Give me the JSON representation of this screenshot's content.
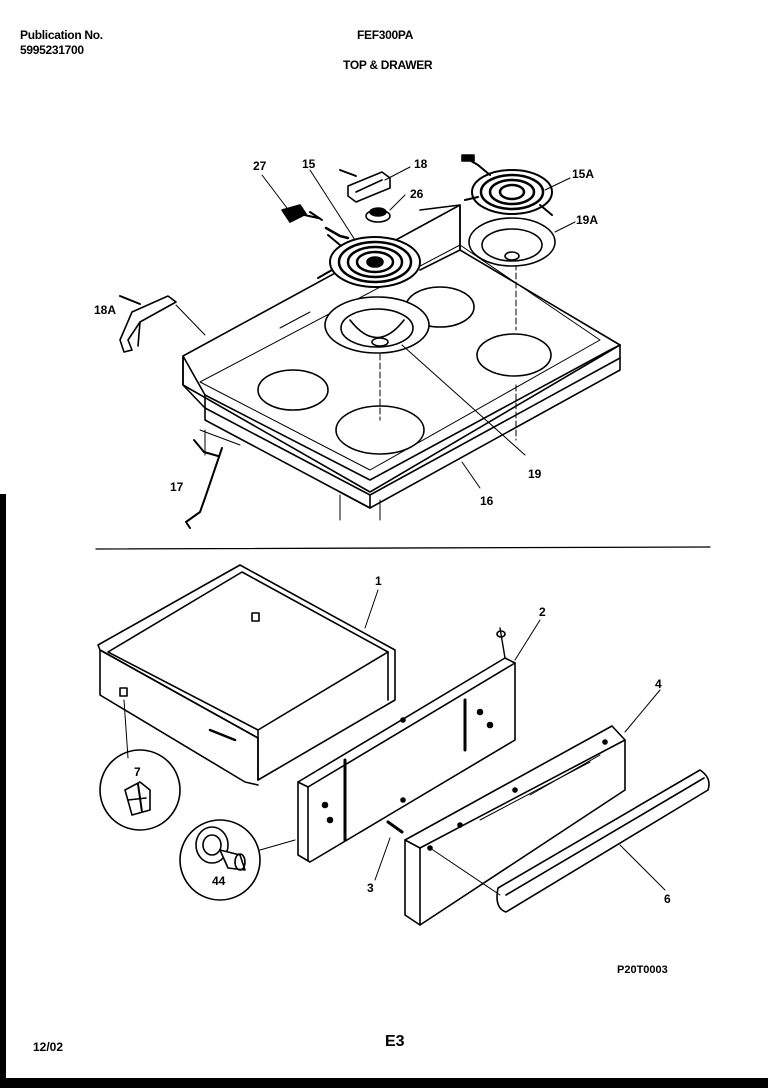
{
  "header": {
    "publication_label": "Publication No.",
    "publication_number": "5995231700",
    "model": "FEF300PA",
    "section_title": "TOP & DRAWER"
  },
  "footer": {
    "date": "12/02",
    "page_code": "E3",
    "figure_code": "P20T0003"
  },
  "parts": {
    "p27": "27",
    "p15": "15",
    "p18": "18",
    "p26": "26",
    "p15A": "15A",
    "p19A": "19A",
    "p18A": "18A",
    "p17": "17",
    "p19": "19",
    "p16": "16",
    "p1": "1",
    "p2": "2",
    "p4": "4",
    "p7": "7",
    "p44": "44",
    "p3": "3",
    "p6": "6"
  }
}
